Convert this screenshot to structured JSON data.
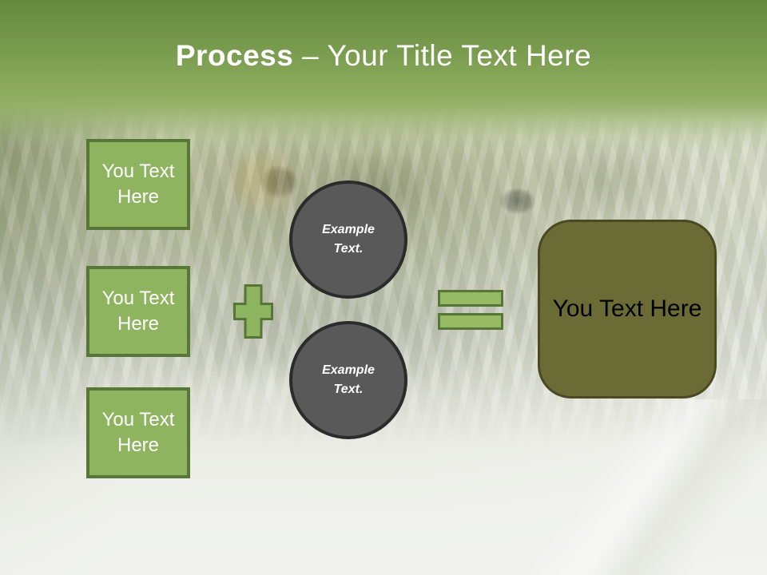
{
  "slide": {
    "title": {
      "emphasis": "Process",
      "separator": "–",
      "text": "Your Title Text Here"
    },
    "diagram": {
      "input_boxes": [
        {
          "label": "You Text Here"
        },
        {
          "label": "You Text Here"
        },
        {
          "label": "You Text Here"
        }
      ],
      "operators": {
        "plus": "plus-icon",
        "equals": "equals-icon"
      },
      "example_circles": [
        {
          "label": "Example Text."
        },
        {
          "label": "Example Text."
        }
      ],
      "result_box": {
        "label": "You Text Here"
      }
    },
    "colors": {
      "header_green_top": "#64883c",
      "header_green_bottom": "#8fad60",
      "shape_green_fill": "#8fb45f",
      "shape_green_border": "#587637",
      "circle_fill": "#595959",
      "circle_border": "#2b2b2b",
      "result_fill": "#6b6b35",
      "result_border": "#494924",
      "title_text": "#ffffff",
      "box_text": "#ffffff",
      "circle_text": "#ffffff",
      "result_text": "#000000"
    }
  }
}
